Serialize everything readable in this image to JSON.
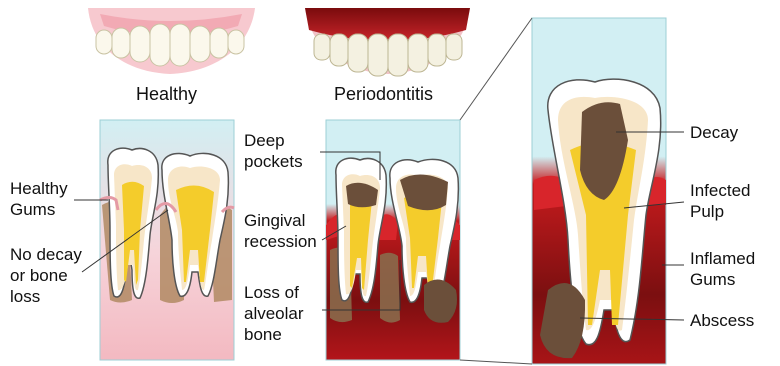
{
  "titles": {
    "healthy": "Healthy",
    "periodontitis": "Periodontitis"
  },
  "labels": {
    "healthy_gums": "Healthy\nGums",
    "no_decay": "No decay\nor bone\nloss",
    "deep_pockets": "Deep\npockets",
    "gingival_recession": "Gingival\nrecession",
    "loss_alveolar": "Loss of\nalveolar\nbone",
    "decay": "Decay",
    "infected_pulp": "Infected\nPulp",
    "inflamed_gums": "Inflamed\nGums",
    "abscess": "Abscess"
  },
  "colors": {
    "panel_bg": "#cfeef1",
    "healthy_gum": "#f6b9c0",
    "diseased_gum": "#b3151a",
    "enamel": "#ffffff",
    "dentin": "#f7e6c8",
    "pulp": "#f4cc2b",
    "decay": "#6b4f3a",
    "bone": "#b08a63",
    "line": "#333333"
  }
}
